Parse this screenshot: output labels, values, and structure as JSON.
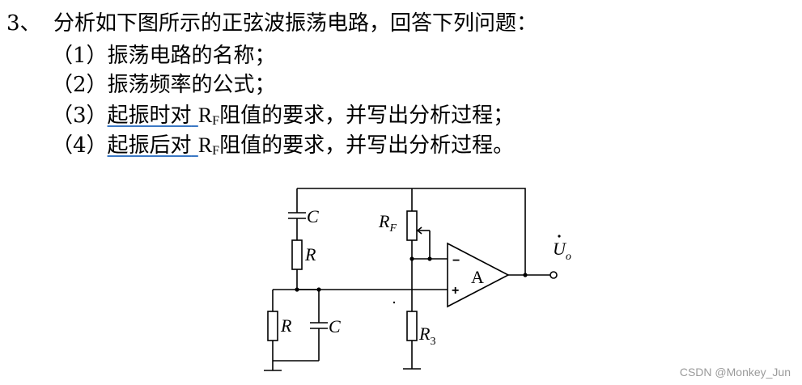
{
  "question": {
    "number": "3、",
    "stem": "分析如下图所示的正弦波振荡电路，回答下列问题：",
    "items": [
      {
        "prefix": "（1）",
        "text": "振荡电路的名称；"
      },
      {
        "prefix": "（2）",
        "text": "振荡频率的公式；"
      },
      {
        "prefix": "（3）",
        "underlined": "起振时对",
        "rf": "R",
        "rf_sub": "F",
        "rest": "阻值的要求，并写出分析过程；"
      },
      {
        "prefix": "（4）",
        "underlined": "起振后对",
        "rf": "R",
        "rf_sub": "F",
        "rest": "阻值的要求，并写出分析过程。"
      }
    ]
  },
  "circuit": {
    "labels": {
      "c_top": "C",
      "r_top": "R",
      "r_bottom": "R",
      "c_bottom": "C",
      "rf": "R",
      "rf_sub": "F",
      "r3": "R",
      "r3_sub": "3",
      "opamp": "A",
      "minus": "−",
      "plus": "+",
      "output": "U",
      "output_sub": "o"
    }
  },
  "watermark": "CSDN @Monkey_Jun"
}
